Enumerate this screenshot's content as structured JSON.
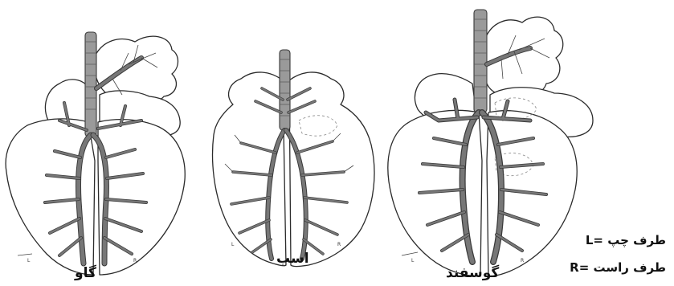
{
  "captions": {
    "cow": "گاو",
    "horse": "اسب",
    "sheep": "گوسفند"
  },
  "legend": {
    "left": "L= طرف چپ",
    "right": "R= طرف راست"
  }
}
